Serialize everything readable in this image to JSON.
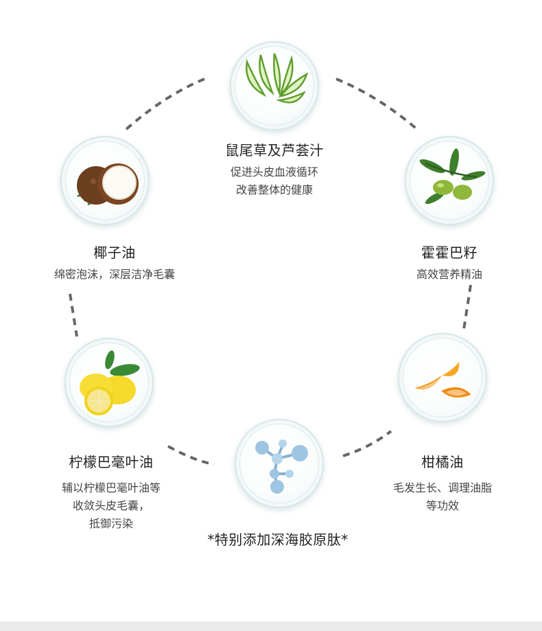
{
  "ingredients": [
    {
      "id": "sage-aloe",
      "title": "鼠尾草及芦荟汁",
      "desc_lines": [
        "促进头皮血液循环",
        "改善整体的健康"
      ]
    },
    {
      "id": "coconut",
      "title": "椰子油",
      "desc_lines": [
        "绵密泡沫，深层洁净毛囊"
      ]
    },
    {
      "id": "jojoba",
      "title": "霍霍巴籽",
      "desc_lines": [
        "高效营养精油"
      ]
    },
    {
      "id": "lemon",
      "title": "柠檬巴毫叶油",
      "desc_lines": [
        "辅以柠檬巴毫叶油等",
        "收敛头皮毛囊，",
        "抵御污染"
      ]
    },
    {
      "id": "orange",
      "title": "柑橘油",
      "desc_lines": [
        "毛发生长、调理油脂",
        "等功效"
      ]
    }
  ],
  "peptide": {
    "title": "*特别添加深海胶原肽*"
  },
  "colors": {
    "connector": "#666666",
    "dish_rim": "#d8e6e8",
    "footer_bar": "#ebebeb"
  },
  "icons": [
    "cucumber-slices-icon",
    "coconut-icon",
    "olive-icon",
    "lemon-icon",
    "orange-slices-icon",
    "molecule-icon"
  ]
}
